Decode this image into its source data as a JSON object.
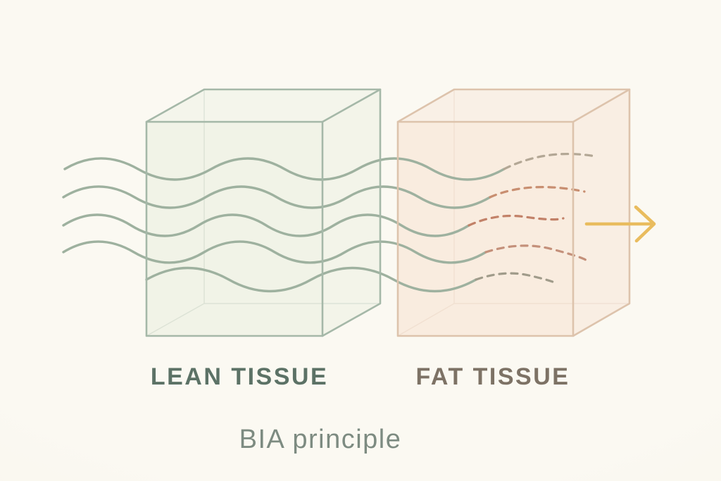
{
  "diagram": {
    "caption": "BIA principle",
    "lean_block": {
      "label": "LEAN TISSUE"
    },
    "fat_block": {
      "label": "FAT TISSUE"
    }
  },
  "icons": {
    "flow_arrow": "right-arrow"
  },
  "colors": {
    "background": "#faf8f1",
    "lean_cube_stroke": "#a5b8a8",
    "lean_cube_fill": "#eff2e6",
    "fat_cube_stroke": "#ddc3ac",
    "fat_cube_fill": "#f8eadd",
    "wave_solid": "#9eb19f",
    "wave_dashed_1": "#b3a795",
    "wave_dashed_2": "#c88e70",
    "wave_dashed_3": "#c28168",
    "wave_dashed_4": "#c4907a",
    "wave_dashed_5": "#a09b8a",
    "arrow": "#e9bc5e",
    "lean_label_text": "#5c7266",
    "fat_label_text": "#7d7265",
    "caption_text": "#7d8b81"
  }
}
